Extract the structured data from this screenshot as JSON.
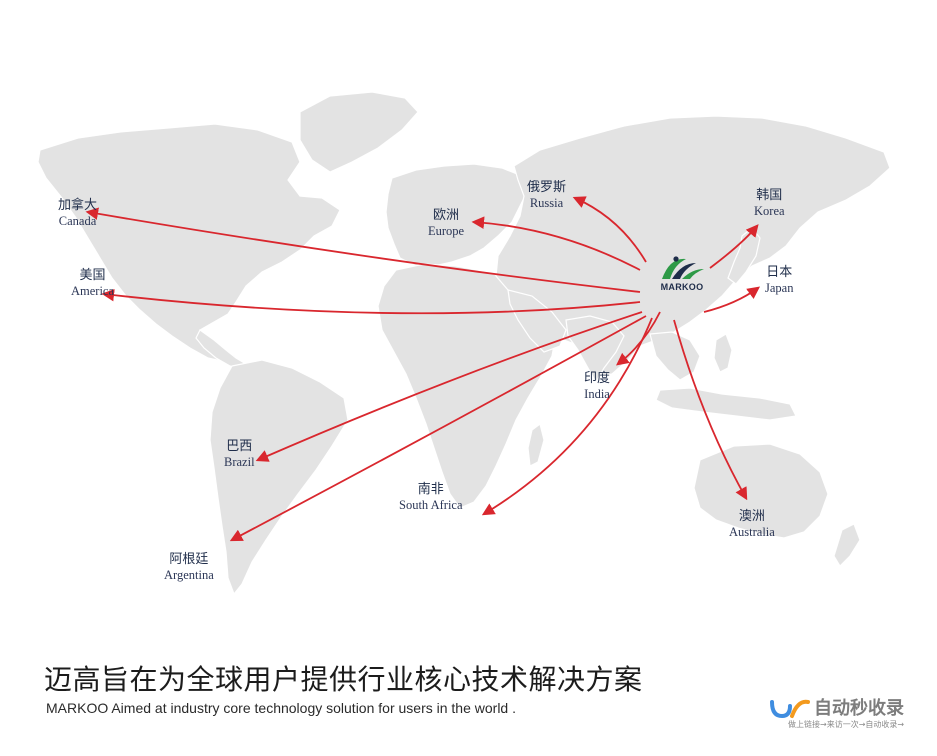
{
  "hub": {
    "logo_text": "MARKOO"
  },
  "destinations": [
    {
      "id": "canada",
      "zh": "加拿大",
      "en": "Canada"
    },
    {
      "id": "america",
      "zh": "美国",
      "en": "America"
    },
    {
      "id": "europe",
      "zh": "欧洲",
      "en": "Europe"
    },
    {
      "id": "russia",
      "zh": "俄罗斯",
      "en": "Russia"
    },
    {
      "id": "korea",
      "zh": "韩国",
      "en": "Korea"
    },
    {
      "id": "japan",
      "zh": "日本",
      "en": "Japan"
    },
    {
      "id": "india",
      "zh": "印度",
      "en": "India"
    },
    {
      "id": "brazil",
      "zh": "巴西",
      "en": "Brazil"
    },
    {
      "id": "south-africa",
      "zh": "南非",
      "en": "South Africa"
    },
    {
      "id": "argentina",
      "zh": "阿根廷",
      "en": "Argentina"
    },
    {
      "id": "australia",
      "zh": "澳洲",
      "en": "Australia"
    }
  ],
  "headline": {
    "cn": "迈高旨在为全球用户提供行业核心技术解决方案",
    "en": "MARKOO Aimed at industry core technology solution for users in the world ."
  },
  "watermark": {
    "title": "自动秒收录",
    "subtitle": "做上链接→来访一次→自动收录→"
  },
  "colors": {
    "route": "#d9272e",
    "land": "#e3e3e3",
    "label_text": "#1f2d4a",
    "logo_green": "#2e9a47",
    "logo_navy": "#1f2d4a"
  }
}
